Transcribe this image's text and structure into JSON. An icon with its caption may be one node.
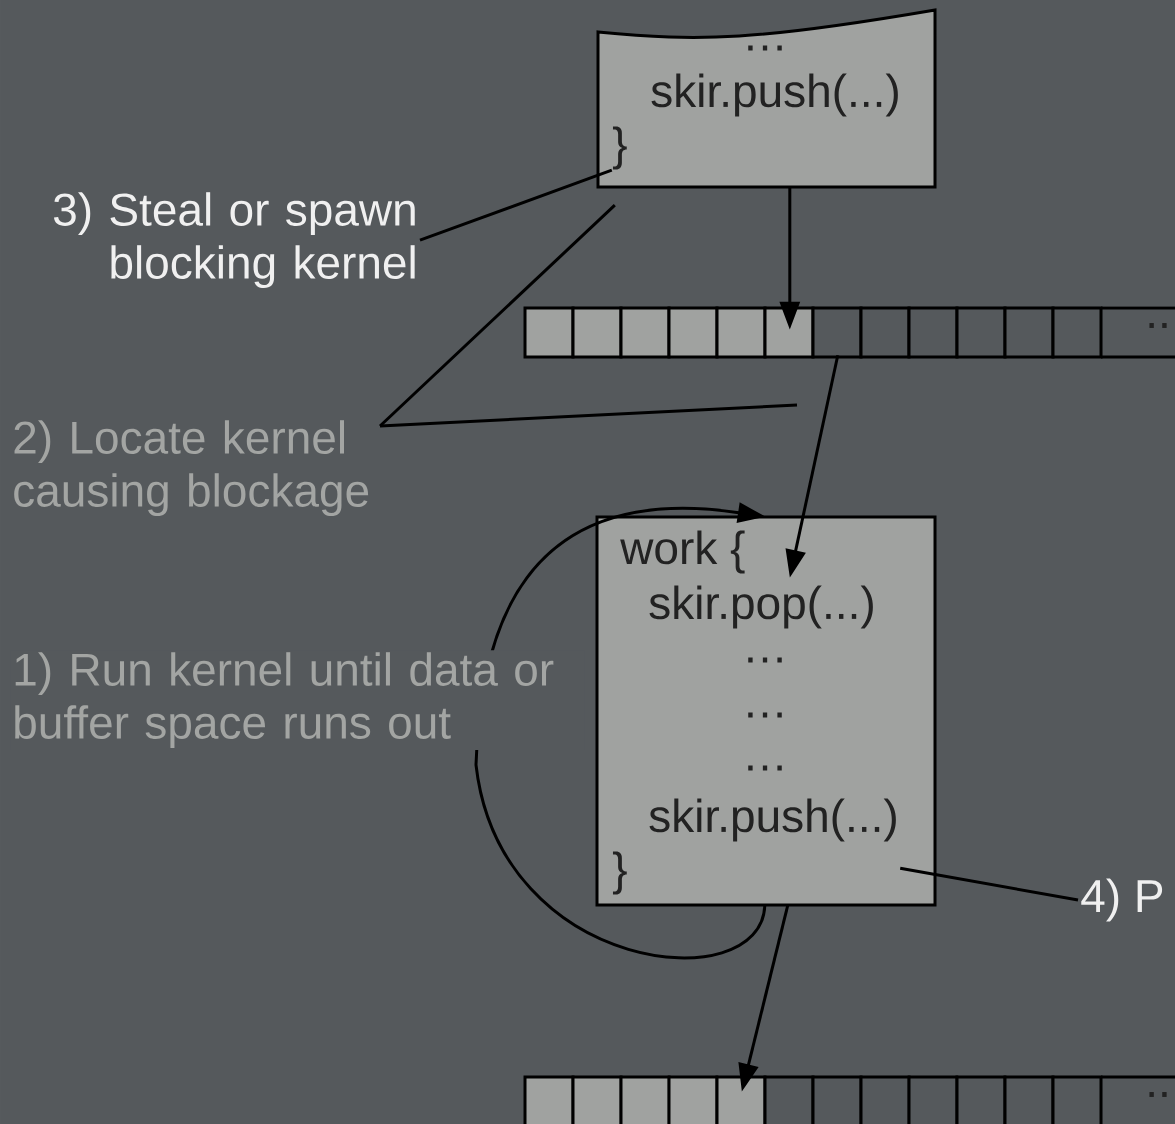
{
  "diagram": {
    "nodes": [
      {
        "text": [
          "…",
          "skir.push(...)",
          "}"
        ]
      },
      {
        "text": [
          ".."
        ]
      },
      {
        "text": [
          "work {",
          "skir.pop(...)",
          "…",
          "…",
          "…",
          "skir.push(...)",
          "}"
        ]
      },
      {
        "text": [
          ".."
        ]
      },
      {
        "text": [
          "3) Steal or spawn blocking kernel"
        ]
      },
      {
        "text": [
          "2) Locate kernel causing blockage"
        ]
      },
      {
        "text": [
          "4) P"
        ]
      }
    ],
    "edges": [
      {
        "from": 0,
        "to": 1,
        "arrow": "to"
      },
      {
        "from": 1,
        "to": 2,
        "arrow": "to"
      },
      {
        "from": 2,
        "to": 3,
        "arrow": "to"
      },
      {
        "from": 2,
        "to": 2,
        "arrow": "to",
        "label": "1) Run kernel until data or buffer space runs out"
      },
      {
        "from": 4,
        "to": 0,
        "arrow": "none"
      },
      {
        "from": 5,
        "to": 0,
        "arrow": "none"
      },
      {
        "from": 5,
        "to": null,
        "arrow": "none"
      },
      {
        "from": 6,
        "to": 2,
        "arrow": "none"
      }
    ]
  }
}
